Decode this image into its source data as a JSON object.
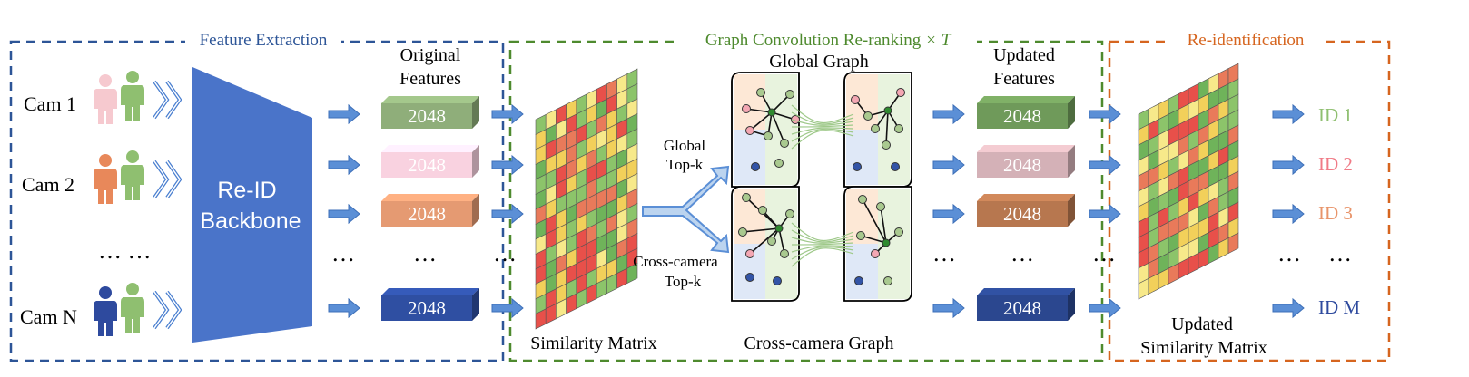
{
  "sections": {
    "feature_extraction": "Feature Extraction",
    "graph_conv": "Graph Convolution Re-ranking",
    "graph_conv_suffix": "× T",
    "reid": "Re-identification"
  },
  "cameras": [
    {
      "label": "Cam 1",
      "colors": [
        "#f6c9cf",
        "#8fbf70"
      ]
    },
    {
      "label": "Cam 2",
      "colors": [
        "#e8885a",
        "#8fbf70"
      ]
    },
    {
      "label": "Cam N",
      "colors": [
        "#2e4a9e",
        "#8fbf70"
      ]
    }
  ],
  "ellipsis": "… …",
  "ellipsis_short": "…",
  "backbone": {
    "line1": "Re-ID",
    "line2": "Backbone",
    "color": "#4a74c9"
  },
  "original_features": {
    "title_line1": "Original",
    "title_line2": "Features",
    "blocks": [
      {
        "value": "2048",
        "color": "#8fae7a"
      },
      {
        "value": "2048",
        "color": "#f9d2e0"
      },
      {
        "value": "2048",
        "color": "#e59a72"
      },
      {
        "value": "2048",
        "color": "#2f4fa2"
      }
    ]
  },
  "similarity_matrix": {
    "label": "Similarity Matrix"
  },
  "topk": {
    "global_line1": "Global",
    "global_line2": "Top-k",
    "cross_line1": "Cross-camera",
    "cross_line2": "Top-k"
  },
  "graphs": {
    "global_label": "Global Graph",
    "cross_label": "Cross-camera Graph"
  },
  "updated_features": {
    "title_line1": "Updated",
    "title_line2": "Features",
    "blocks": [
      {
        "value": "2048",
        "color": "#6f9a5a"
      },
      {
        "value": "2048",
        "color": "#d4b1b7"
      },
      {
        "value": "2048",
        "color": "#b7774f"
      },
      {
        "value": "2048",
        "color": "#2b478f"
      }
    ]
  },
  "updated_matrix": {
    "label_line1": "Updated",
    "label_line2": "Similarity Matrix"
  },
  "ids": [
    {
      "label": "ID 1",
      "color": "#8fbf70"
    },
    {
      "label": "ID 2",
      "color": "#f07a86"
    },
    {
      "label": "ID 3",
      "color": "#e8946a"
    },
    {
      "label": "ID M",
      "color": "#2e4a9e"
    }
  ],
  "colors": {
    "feature_box": "#2d5597",
    "graph_box": "#4e8a2e",
    "reid_box": "#d6651f",
    "arrow_fill": "#5b8fd6",
    "arrow_stroke": "#3d6fb8"
  }
}
